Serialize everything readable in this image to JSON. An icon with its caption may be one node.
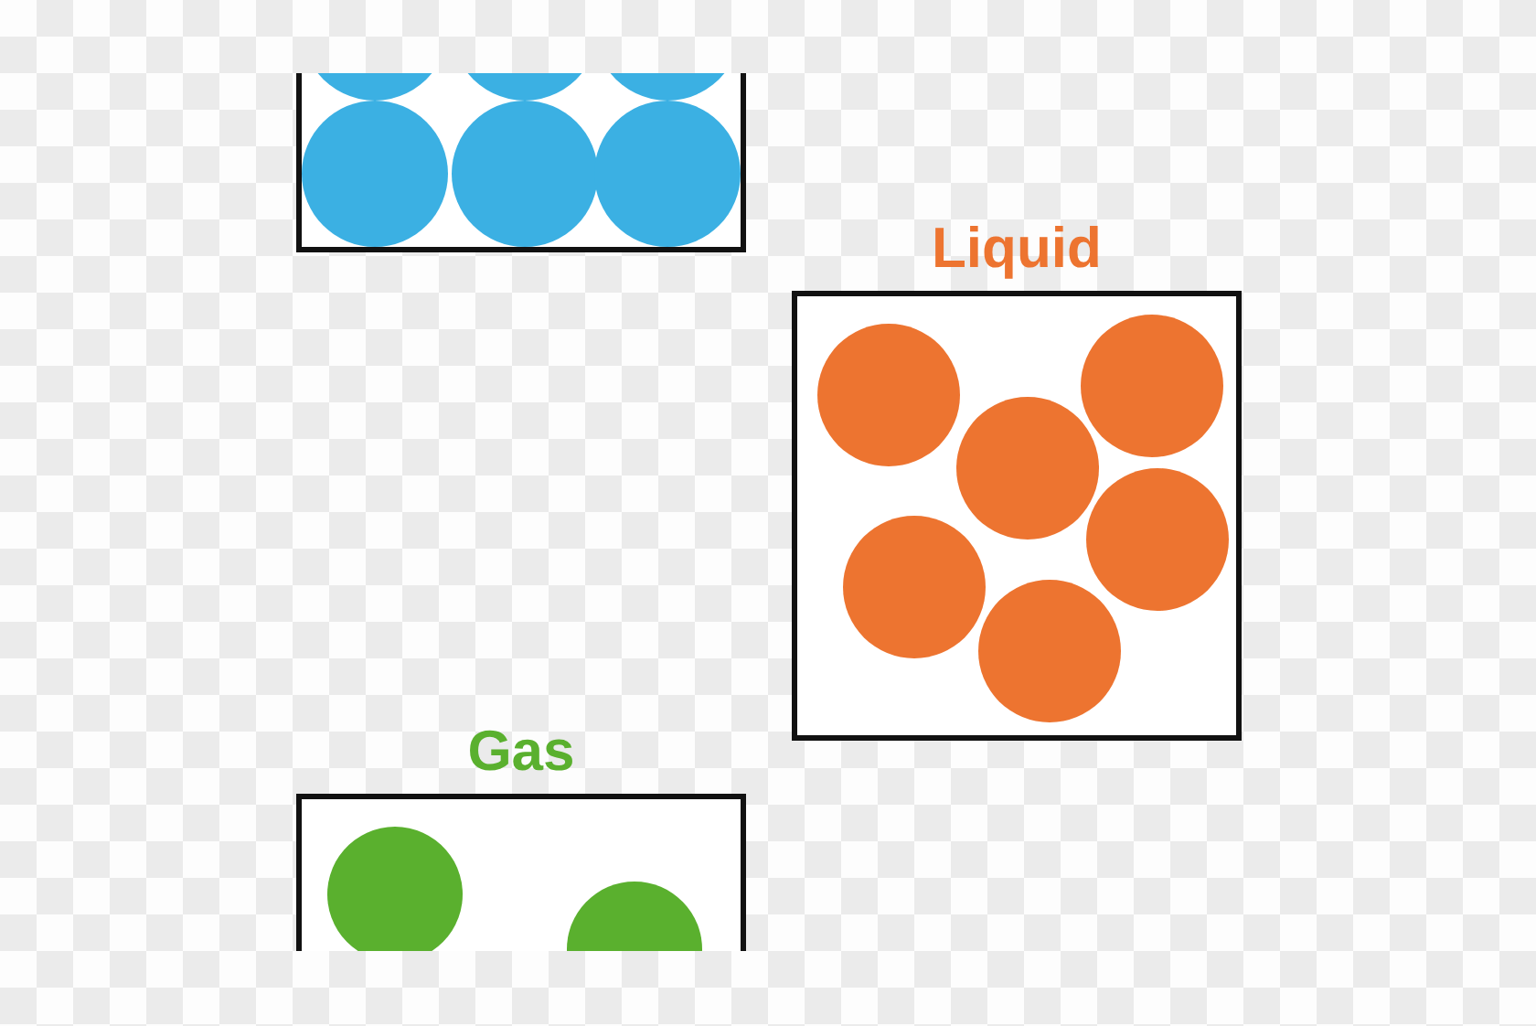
{
  "diagram": {
    "nodes": [
      {
        "text": [],
        "shape": "box"
      },
      {
        "text": [
          "Liquid"
        ]
      },
      {
        "text": [
          "Gas"
        ]
      }
    ]
  }
}
